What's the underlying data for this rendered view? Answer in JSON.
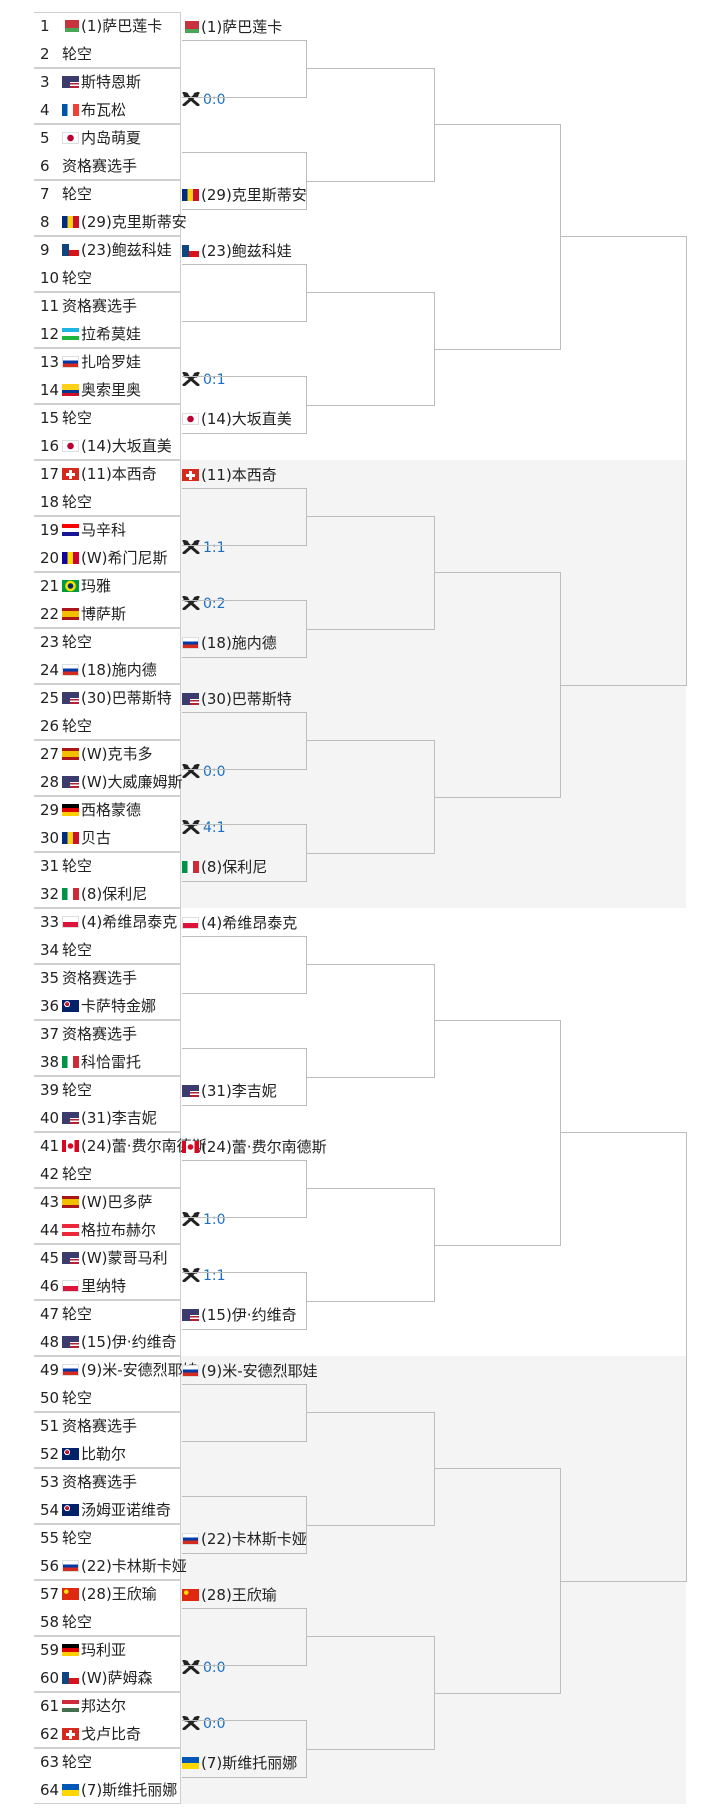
{
  "colors": {
    "accent": "#1a6fc4",
    "line": "#bdbdbd",
    "panel_gray": "#f4f4f4"
  },
  "icon_names": {
    "flag": "flag-icon",
    "match": "crossed-rackets-icon"
  },
  "players": [
    {
      "num": "1",
      "seed": "(1)",
      "name": "萨巴莲卡",
      "flag": "BLR"
    },
    {
      "num": "2",
      "seed": "",
      "name": "轮空",
      "flag": ""
    },
    {
      "num": "3",
      "seed": "",
      "name": "斯特恩斯",
      "flag": "USA"
    },
    {
      "num": "4",
      "seed": "",
      "name": "布瓦松",
      "flag": "FRA"
    },
    {
      "num": "5",
      "seed": "",
      "name": "内岛萌夏",
      "flag": "JPN"
    },
    {
      "num": "6",
      "seed": "",
      "name": "资格赛选手",
      "flag": ""
    },
    {
      "num": "7",
      "seed": "",
      "name": "轮空",
      "flag": ""
    },
    {
      "num": "8",
      "seed": "(29)",
      "name": "克里斯蒂安",
      "flag": "ROU"
    },
    {
      "num": "9",
      "seed": "(23)",
      "name": "鲍兹科娃",
      "flag": "CZE"
    },
    {
      "num": "10",
      "seed": "",
      "name": "轮空",
      "flag": ""
    },
    {
      "num": "11",
      "seed": "",
      "name": "资格赛选手",
      "flag": ""
    },
    {
      "num": "12",
      "seed": "",
      "name": "拉希莫娃",
      "flag": "UZB"
    },
    {
      "num": "13",
      "seed": "",
      "name": "扎哈罗娃",
      "flag": "RUS"
    },
    {
      "num": "14",
      "seed": "",
      "name": "奥索里奥",
      "flag": "COL"
    },
    {
      "num": "15",
      "seed": "",
      "name": "轮空",
      "flag": ""
    },
    {
      "num": "16",
      "seed": "(14)",
      "name": "大坂直美",
      "flag": "JPN"
    },
    {
      "num": "17",
      "seed": "(11)",
      "name": "本西奇",
      "flag": "SUI"
    },
    {
      "num": "18",
      "seed": "",
      "name": "轮空",
      "flag": ""
    },
    {
      "num": "19",
      "seed": "",
      "name": "马辛科",
      "flag": "CRO"
    },
    {
      "num": "20",
      "seed": "(W)",
      "name": "希门尼斯",
      "flag": "AND"
    },
    {
      "num": "21",
      "seed": "",
      "name": "玛雅",
      "flag": "BRA"
    },
    {
      "num": "22",
      "seed": "",
      "name": "博萨斯",
      "flag": "ESP"
    },
    {
      "num": "23",
      "seed": "",
      "name": "轮空",
      "flag": ""
    },
    {
      "num": "24",
      "seed": "(18)",
      "name": "施内德",
      "flag": "RUS"
    },
    {
      "num": "25",
      "seed": "(30)",
      "name": "巴蒂斯特",
      "flag": "USA"
    },
    {
      "num": "26",
      "seed": "",
      "name": "轮空",
      "flag": ""
    },
    {
      "num": "27",
      "seed": "(W)",
      "name": "克韦多",
      "flag": "ESP"
    },
    {
      "num": "28",
      "seed": "(W)",
      "name": "大威廉姆斯",
      "flag": "USA"
    },
    {
      "num": "29",
      "seed": "",
      "name": "西格蒙德",
      "flag": "GER"
    },
    {
      "num": "30",
      "seed": "",
      "name": "贝古",
      "flag": "ROU"
    },
    {
      "num": "31",
      "seed": "",
      "name": "轮空",
      "flag": ""
    },
    {
      "num": "32",
      "seed": "(8)",
      "name": "保利尼",
      "flag": "ITA"
    },
    {
      "num": "33",
      "seed": "(4)",
      "name": "希维昂泰克",
      "flag": "POL"
    },
    {
      "num": "34",
      "seed": "",
      "name": "轮空",
      "flag": ""
    },
    {
      "num": "35",
      "seed": "",
      "name": "资格赛选手",
      "flag": ""
    },
    {
      "num": "36",
      "seed": "",
      "name": "卡萨特金娜",
      "flag": "AUS"
    },
    {
      "num": "37",
      "seed": "",
      "name": "资格赛选手",
      "flag": ""
    },
    {
      "num": "38",
      "seed": "",
      "name": "科恰雷托",
      "flag": "ITA"
    },
    {
      "num": "39",
      "seed": "",
      "name": "轮空",
      "flag": ""
    },
    {
      "num": "40",
      "seed": "(31)",
      "name": "李吉妮",
      "flag": "USA"
    },
    {
      "num": "41",
      "seed": "(24)",
      "name": "蕾·费尔南德斯",
      "flag": "CAN"
    },
    {
      "num": "42",
      "seed": "",
      "name": "轮空",
      "flag": ""
    },
    {
      "num": "43",
      "seed": "(W)",
      "name": "巴多萨",
      "flag": "ESP"
    },
    {
      "num": "44",
      "seed": "",
      "name": "格拉布赫尔",
      "flag": "AUT"
    },
    {
      "num": "45",
      "seed": "(W)",
      "name": "蒙哥马利",
      "flag": "USA"
    },
    {
      "num": "46",
      "seed": "",
      "name": "里纳特",
      "flag": "POL"
    },
    {
      "num": "47",
      "seed": "",
      "name": "轮空",
      "flag": ""
    },
    {
      "num": "48",
      "seed": "(15)",
      "name": "伊·约维奇",
      "flag": "USA"
    },
    {
      "num": "49",
      "seed": "(9)",
      "name": "米-安德烈耶娃",
      "flag": "RUS"
    },
    {
      "num": "50",
      "seed": "",
      "name": "轮空",
      "flag": ""
    },
    {
      "num": "51",
      "seed": "",
      "name": "资格赛选手",
      "flag": ""
    },
    {
      "num": "52",
      "seed": "",
      "name": "比勒尔",
      "flag": "AUS"
    },
    {
      "num": "53",
      "seed": "",
      "name": "资格赛选手",
      "flag": ""
    },
    {
      "num": "54",
      "seed": "",
      "name": "汤姆亚诺维奇",
      "flag": "AUS"
    },
    {
      "num": "55",
      "seed": "",
      "name": "轮空",
      "flag": ""
    },
    {
      "num": "56",
      "seed": "(22)",
      "name": "卡林斯卡娅",
      "flag": "RUS"
    },
    {
      "num": "57",
      "seed": "(28)",
      "name": "王欣瑜",
      "flag": "CHN"
    },
    {
      "num": "58",
      "seed": "",
      "name": "轮空",
      "flag": ""
    },
    {
      "num": "59",
      "seed": "",
      "name": "玛利亚",
      "flag": "GER"
    },
    {
      "num": "60",
      "seed": "(W)",
      "name": "萨姆森",
      "flag": "CZE"
    },
    {
      "num": "61",
      "seed": "",
      "name": "邦达尔",
      "flag": "HUN"
    },
    {
      "num": "62",
      "seed": "",
      "name": "戈卢比奇",
      "flag": "SUI"
    },
    {
      "num": "63",
      "seed": "",
      "name": "轮空",
      "flag": ""
    },
    {
      "num": "64",
      "seed": "(7)",
      "name": "斯维托丽娜",
      "flag": "UKR"
    }
  ],
  "round2": [
    {
      "type": "player",
      "seed": "(1)",
      "name": "萨巴莲卡",
      "flag": "BLR"
    },
    {
      "type": "score",
      "score": "0:0"
    },
    {
      "type": "empty"
    },
    {
      "type": "player",
      "seed": "(29)",
      "name": "克里斯蒂安",
      "flag": "ROU"
    },
    {
      "type": "player",
      "seed": "(23)",
      "name": "鲍兹科娃",
      "flag": "CZE"
    },
    {
      "type": "empty"
    },
    {
      "type": "score",
      "score": "0:1"
    },
    {
      "type": "player",
      "seed": "(14)",
      "name": "大坂直美",
      "flag": "JPN"
    },
    {
      "type": "player",
      "seed": "(11)",
      "name": "本西奇",
      "flag": "SUI"
    },
    {
      "type": "score",
      "score": "1:1"
    },
    {
      "type": "score",
      "score": "0:2"
    },
    {
      "type": "player",
      "seed": "(18)",
      "name": "施内德",
      "flag": "RUS"
    },
    {
      "type": "player",
      "seed": "(30)",
      "name": "巴蒂斯特",
      "flag": "USA"
    },
    {
      "type": "score",
      "score": "0:0"
    },
    {
      "type": "score",
      "score": "4:1"
    },
    {
      "type": "player",
      "seed": "(8)",
      "name": "保利尼",
      "flag": "ITA"
    },
    {
      "type": "player",
      "seed": "(4)",
      "name": "希维昂泰克",
      "flag": "POL"
    },
    {
      "type": "empty"
    },
    {
      "type": "empty"
    },
    {
      "type": "player",
      "seed": "(31)",
      "name": "李吉妮",
      "flag": "USA"
    },
    {
      "type": "player",
      "seed": "(24)",
      "name": "蕾·费尔南德斯",
      "flag": "CAN"
    },
    {
      "type": "score",
      "score": "1:0"
    },
    {
      "type": "score",
      "score": "1:1"
    },
    {
      "type": "player",
      "seed": "(15)",
      "name": "伊·约维奇",
      "flag": "USA"
    },
    {
      "type": "player",
      "seed": "(9)",
      "name": "米-安德烈耶娃",
      "flag": "RUS"
    },
    {
      "type": "empty"
    },
    {
      "type": "empty"
    },
    {
      "type": "player",
      "seed": "(22)",
      "name": "卡林斯卡娅",
      "flag": "RUS"
    },
    {
      "type": "player",
      "seed": "(28)",
      "name": "王欣瑜",
      "flag": "CHN"
    },
    {
      "type": "score",
      "score": "0:0"
    },
    {
      "type": "score",
      "score": "0:0"
    },
    {
      "type": "player",
      "seed": "(7)",
      "name": "斯维托丽娜",
      "flag": "UKR"
    }
  ]
}
